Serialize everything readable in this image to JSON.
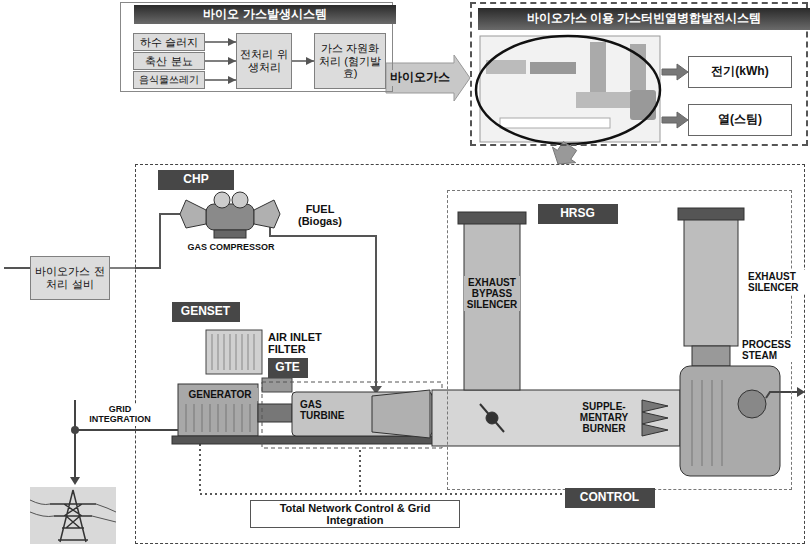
{
  "diagram": {
    "nodes": [
      {
        "text": [
          "바이오 가스발생시스템"
        ]
      },
      {
        "text": [
          "하수 슬러지"
        ],
        "in": 0
      },
      {
        "text": [
          "축산 분뇨"
        ],
        "in": 0
      },
      {
        "text": [
          "음식물쓰레기"
        ],
        "in": 0
      },
      {
        "text": [
          "전처리 위생처리"
        ],
        "in": 0
      },
      {
        "text": [
          "가스 자원화 처리 (혐기발효)"
        ],
        "in": 0
      },
      {
        "text": [
          "바이오가스 이용 가스터빈열병합발전시스템"
        ]
      },
      {
        "text": [
          "전기(kWh)"
        ],
        "in": 6
      },
      {
        "text": [
          "열(스팀)"
        ],
        "in": 6
      },
      {
        "text": [
          "CHP"
        ]
      },
      {
        "text": [
          "HRSG"
        ],
        "in": 9
      },
      {
        "text": [
          "바이오가스 전처리 설비"
        ]
      },
      {
        "text": [
          "GENSET"
        ],
        "in": 9
      },
      {
        "text": [
          "GTE"
        ],
        "in": 9
      },
      {
        "text": [
          "CONTROL"
        ],
        "in": 9
      }
    ],
    "edges": [
      {
        "from": 1,
        "to": 4,
        "arrow": "to"
      },
      {
        "from": 2,
        "to": 4,
        "arrow": "to"
      },
      {
        "from": 3,
        "to": 4,
        "arrow": "to"
      },
      {
        "from": 4,
        "to": 5,
        "arrow": "to"
      },
      {
        "from": 5,
        "to": 6,
        "label": "바이오가스",
        "arrow": "to"
      },
      {
        "from": 6,
        "to": 7,
        "arrow": "to"
      },
      {
        "from": 6,
        "to": 8,
        "arrow": "to"
      },
      {
        "from": 6,
        "to": 9,
        "arrow": "to"
      },
      {
        "from": 11,
        "to": 9,
        "arrow": "none"
      }
    ],
    "labels": [
      "FUEL (Biogas)",
      "GAS COMPRESSOR",
      "AIR INLET FILTER",
      "GENERATOR",
      "GAS TURBINE",
      "EXHAUST BYPASS SILENCER",
      "EXHAUST SILENCER",
      "SUPPLE- MENTARY BURNER",
      "PROCESS STEAM",
      "Total Network Control & Grid Integration",
      "GRID INTEGRATION"
    ]
  }
}
